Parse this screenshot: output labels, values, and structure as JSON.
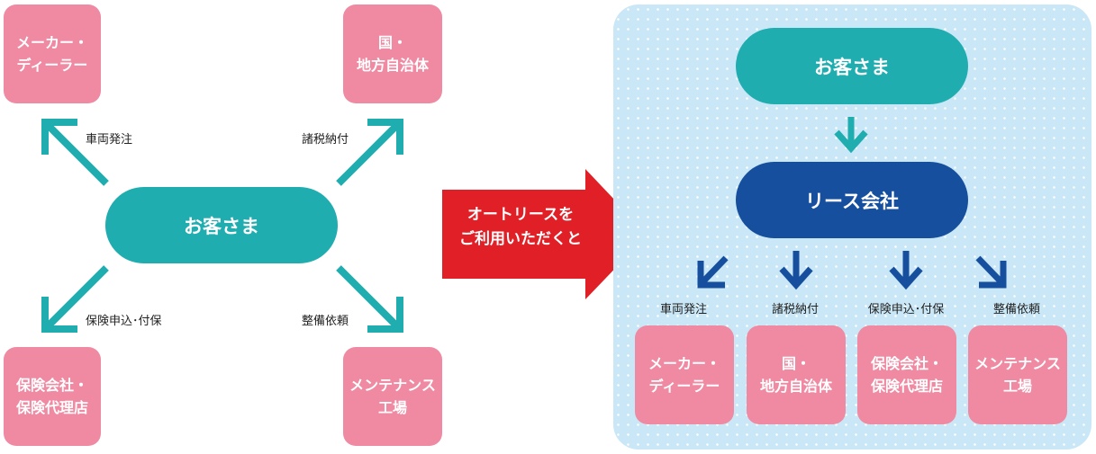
{
  "colors": {
    "pink": "#ef8aa2",
    "teal": "#1fadb0",
    "navy": "#154f9e",
    "red_arrow": "#e11f26",
    "panel_bg": "#c9e7f6"
  },
  "before": {
    "customer": "お客さま",
    "nodes": {
      "maker": "メーカー・\nディーラー",
      "government": "国・\n地方自治体",
      "insurance": "保険会社・\n保険代理店",
      "maintenance": "メンテナンス\n工場"
    },
    "labels": {
      "vehicle_order": "車両発注",
      "tax_payment": "諸税納付",
      "insurance_application": "保険申込･付保",
      "maintenance_request": "整備依頼"
    }
  },
  "transition": {
    "text": "オートリースを\nご利用いただくと"
  },
  "after": {
    "customer": "お客さま",
    "lease_company": "リース会社",
    "labels": {
      "vehicle_order": "車両発注",
      "tax_payment": "諸税納付",
      "insurance_application": "保険申込･付保",
      "maintenance_request": "整備依頼"
    },
    "nodes": {
      "maker": "メーカー・\nディーラー",
      "government": "国・\n地方自治体",
      "insurance": "保険会社・\n保険代理店",
      "maintenance": "メンテナンス\n工場"
    }
  }
}
